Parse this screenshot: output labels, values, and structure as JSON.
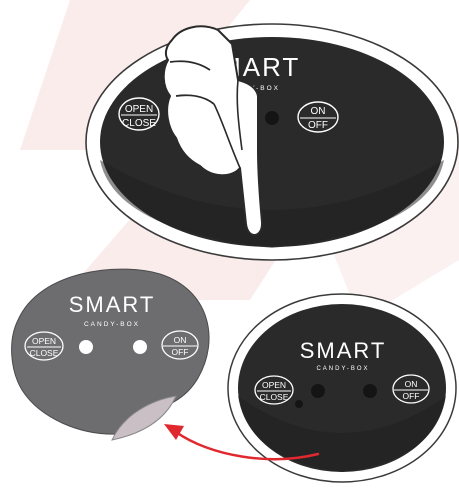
{
  "top_panel": {
    "brand": "SMART",
    "subbrand": "CANDY-BOX",
    "open_close": {
      "top": "OPEN",
      "bottom": "CLOSE"
    },
    "on_off": {
      "top": "ON",
      "bottom": "OFF"
    }
  },
  "sticker_panel": {
    "brand": "SMART",
    "subbrand": "CANDY-BOX",
    "open_close": {
      "top": "OPEN",
      "bottom": "CLOSE"
    },
    "on_off": {
      "top": "ON",
      "bottom": "OFF"
    }
  },
  "base_panel": {
    "brand": "SMART",
    "subbrand": "CANDY-BOX",
    "open_close": {
      "top": "OPEN",
      "bottom": "CLOSE"
    },
    "on_off": {
      "top": "ON",
      "bottom": "OFF"
    }
  },
  "colors": {
    "panel_dark": "#2b2a2a",
    "panel_ring": "#ffffff",
    "sticker_gray": "#6d6d6f",
    "curl_pink": "#c9bfc4",
    "arrow_red": "#e0282f",
    "watermark_red": "#f7dcdc",
    "hand_white": "#ffffff"
  },
  "icons": [
    "pointing-hand-icon",
    "curved-arrow-icon"
  ]
}
